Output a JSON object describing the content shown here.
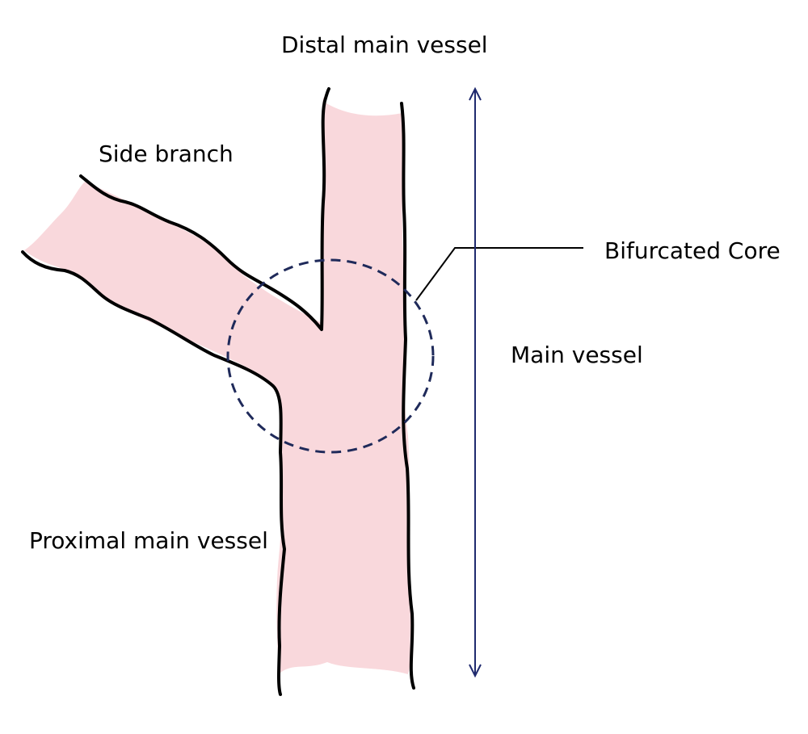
{
  "labels": {
    "distal_main_vessel": "Distal main vessel",
    "side_branch": "Side branch",
    "bifurcated_core": "Bifurcated Core",
    "main_vessel": "Main vessel",
    "proximal_main_vessel": "Proximal main vessel"
  },
  "colors": {
    "vessel_fill": "#f9d8dc",
    "vessel_outline": "#000000",
    "core_circle": "#1f2a5a",
    "arrow": "#1f2a6e",
    "leader_line": "#000000"
  }
}
